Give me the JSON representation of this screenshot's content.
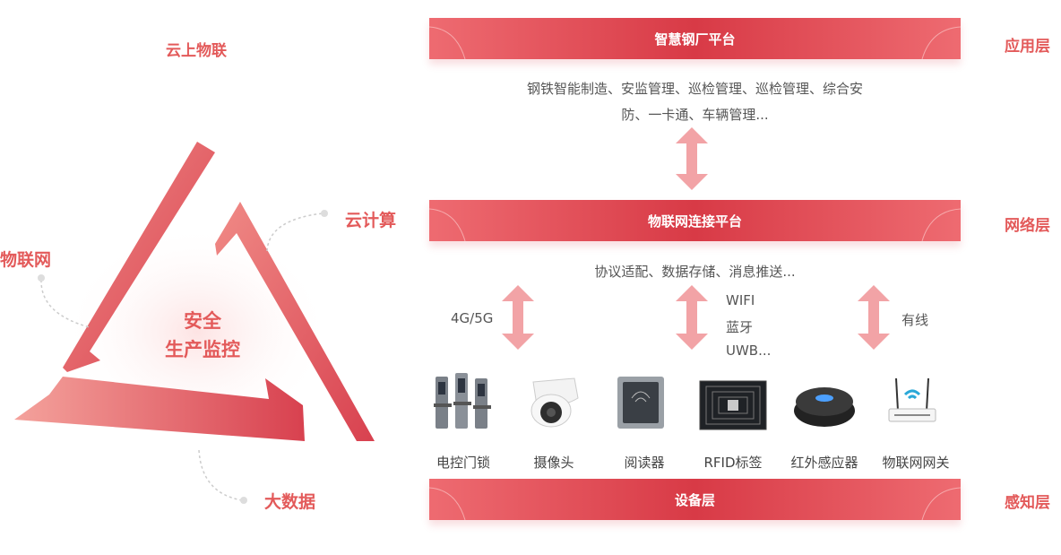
{
  "triangle": {
    "center_line1": "安全",
    "center_line2": "生产监控",
    "corners": {
      "cloud_iot": "云上物联",
      "cloud_compute": "云计算",
      "iot": "物联网",
      "big_data": "大数据"
    }
  },
  "layers": {
    "application": {
      "bar_title": "智慧钢厂平台",
      "side_label": "应用层",
      "desc_line1": "钢铁智能制造、安监管理、巡检管理、巡检管理、综合安",
      "desc_line2": "防、一卡通、车辆管理..."
    },
    "network": {
      "bar_title": "物联网连接平台",
      "side_label": "网络层",
      "desc": "协议适配、数据存储、消息推送..."
    },
    "device": {
      "bar_title": "设备层",
      "side_label": "感知层"
    }
  },
  "connections": {
    "left": "4G/5G",
    "middle_line1": "WIFI",
    "middle_line2": "蓝牙",
    "middle_line3": "UWB...",
    "right": "有线"
  },
  "devices": [
    {
      "name": "电控门锁",
      "icon": "door-lock-icon"
    },
    {
      "name": "摄像头",
      "icon": "camera-icon"
    },
    {
      "name": "阅读器",
      "icon": "card-reader-icon"
    },
    {
      "name": "RFID标签",
      "icon": "rfid-tag-icon"
    },
    {
      "name": "红外感应器",
      "icon": "infrared-sensor-icon"
    },
    {
      "name": "物联网网关",
      "icon": "gateway-icon"
    }
  ],
  "colors": {
    "accent": "#e35a5a",
    "bar": "#d83a46",
    "arrow": "#f2a3a6"
  }
}
